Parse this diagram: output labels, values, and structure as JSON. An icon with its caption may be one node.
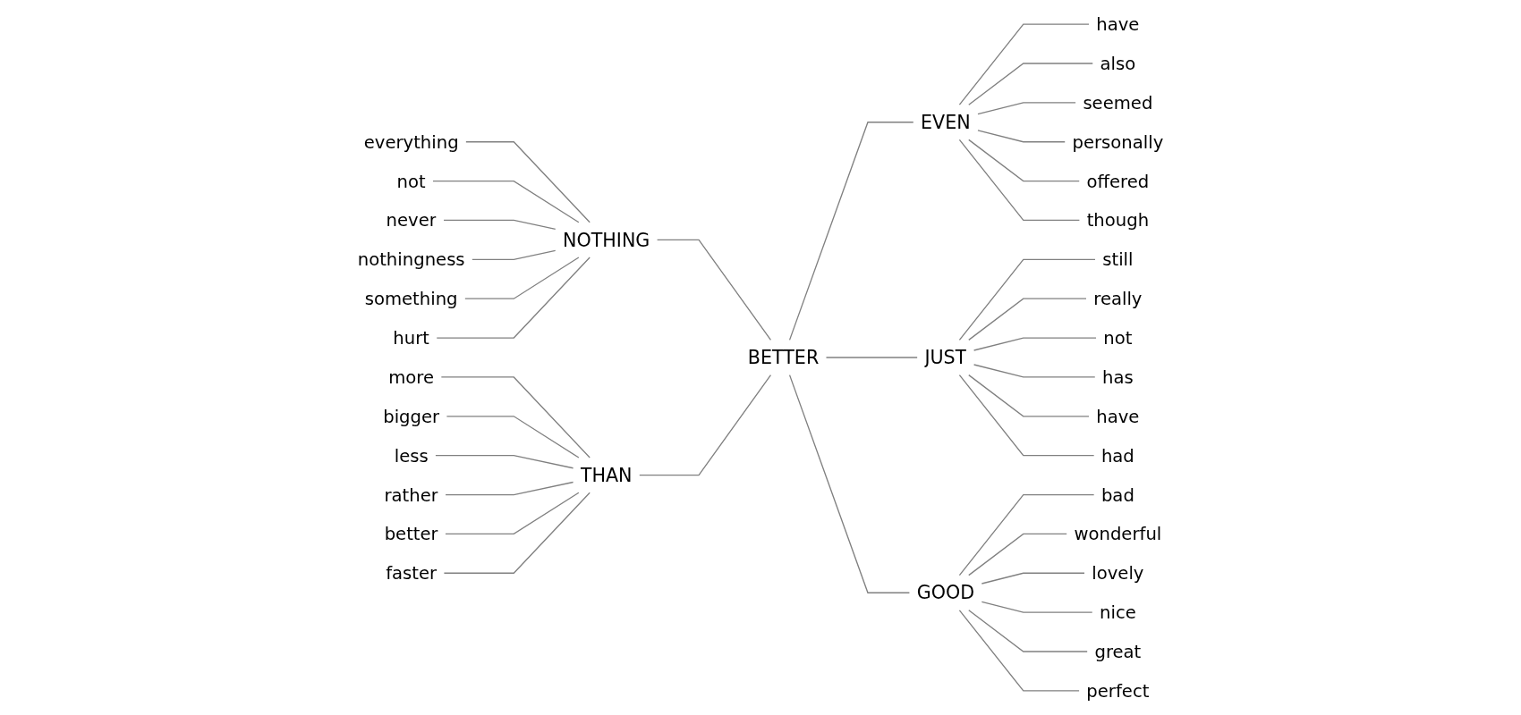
{
  "diagram": {
    "nodes": [
      {
        "text": [
          "BETTER"
        ]
      },
      {
        "text": [
          "NOTHING"
        ]
      },
      {
        "text": [
          "THAN"
        ]
      },
      {
        "text": [
          "EVEN"
        ]
      },
      {
        "text": [
          "JUST"
        ]
      },
      {
        "text": [
          "GOOD"
        ]
      },
      {
        "text": [
          "everything"
        ]
      },
      {
        "text": [
          "not"
        ]
      },
      {
        "text": [
          "never"
        ]
      },
      {
        "text": [
          "nothingness"
        ]
      },
      {
        "text": [
          "something"
        ]
      },
      {
        "text": [
          "hurt"
        ]
      },
      {
        "text": [
          "more"
        ]
      },
      {
        "text": [
          "bigger"
        ]
      },
      {
        "text": [
          "less"
        ]
      },
      {
        "text": [
          "rather"
        ]
      },
      {
        "text": [
          "better"
        ]
      },
      {
        "text": [
          "faster"
        ]
      },
      {
        "text": [
          "have"
        ]
      },
      {
        "text": [
          "also"
        ]
      },
      {
        "text": [
          "seemed"
        ]
      },
      {
        "text": [
          "personally"
        ]
      },
      {
        "text": [
          "offered"
        ]
      },
      {
        "text": [
          "though"
        ]
      },
      {
        "text": [
          "still"
        ]
      },
      {
        "text": [
          "really"
        ]
      },
      {
        "text": [
          "not"
        ]
      },
      {
        "text": [
          "has"
        ]
      },
      {
        "text": [
          "have"
        ]
      },
      {
        "text": [
          "had"
        ]
      },
      {
        "text": [
          "bad"
        ]
      },
      {
        "text": [
          "wonderful"
        ]
      },
      {
        "text": [
          "lovely"
        ]
      },
      {
        "text": [
          "nice"
        ]
      },
      {
        "text": [
          "great"
        ]
      },
      {
        "text": [
          "perfect"
        ]
      }
    ],
    "edges": [
      {
        "from": 0,
        "to": 1,
        "arrow": "none"
      },
      {
        "from": 0,
        "to": 2,
        "arrow": "none"
      },
      {
        "from": 0,
        "to": 3,
        "arrow": "none"
      },
      {
        "from": 0,
        "to": 4,
        "arrow": "none"
      },
      {
        "from": 0,
        "to": 5,
        "arrow": "none"
      },
      {
        "from": 1,
        "to": 6,
        "arrow": "none"
      },
      {
        "from": 1,
        "to": 7,
        "arrow": "none"
      },
      {
        "from": 1,
        "to": 8,
        "arrow": "none"
      },
      {
        "from": 1,
        "to": 9,
        "arrow": "none"
      },
      {
        "from": 1,
        "to": 10,
        "arrow": "none"
      },
      {
        "from": 1,
        "to": 11,
        "arrow": "none"
      },
      {
        "from": 2,
        "to": 12,
        "arrow": "none"
      },
      {
        "from": 2,
        "to": 13,
        "arrow": "none"
      },
      {
        "from": 2,
        "to": 14,
        "arrow": "none"
      },
      {
        "from": 2,
        "to": 15,
        "arrow": "none"
      },
      {
        "from": 2,
        "to": 16,
        "arrow": "none"
      },
      {
        "from": 2,
        "to": 17,
        "arrow": "none"
      },
      {
        "from": 3,
        "to": 18,
        "arrow": "none"
      },
      {
        "from": 3,
        "to": 19,
        "arrow": "none"
      },
      {
        "from": 3,
        "to": 20,
        "arrow": "none"
      },
      {
        "from": 3,
        "to": 21,
        "arrow": "none"
      },
      {
        "from": 3,
        "to": 22,
        "arrow": "none"
      },
      {
        "from": 3,
        "to": 23,
        "arrow": "none"
      },
      {
        "from": 4,
        "to": 24,
        "arrow": "none"
      },
      {
        "from": 4,
        "to": 25,
        "arrow": "none"
      },
      {
        "from": 4,
        "to": 26,
        "arrow": "none"
      },
      {
        "from": 4,
        "to": 27,
        "arrow": "none"
      },
      {
        "from": 4,
        "to": 28,
        "arrow": "none"
      },
      {
        "from": 4,
        "to": 29,
        "arrow": "none"
      },
      {
        "from": 5,
        "to": 30,
        "arrow": "none"
      },
      {
        "from": 5,
        "to": 31,
        "arrow": "none"
      },
      {
        "from": 5,
        "to": 32,
        "arrow": "none"
      },
      {
        "from": 5,
        "to": 33,
        "arrow": "none"
      },
      {
        "from": 5,
        "to": 34,
        "arrow": "none"
      },
      {
        "from": 5,
        "to": 35,
        "arrow": "none"
      }
    ]
  }
}
